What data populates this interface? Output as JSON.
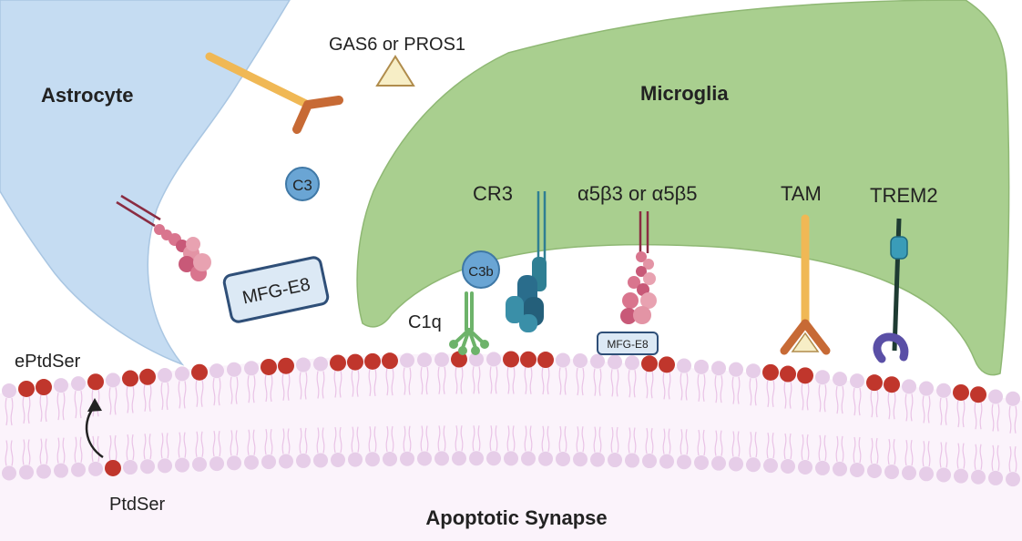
{
  "labels": {
    "astrocyte": "Astrocyte",
    "microglia": "Microglia",
    "gas6": "GAS6 or PROS1",
    "c3": "C3",
    "c3b": "C3b",
    "c1q": "C1q",
    "cr3": "CR3",
    "integrin": "α5β3 or α5β5",
    "tam": "TAM",
    "trem2": "TREM2",
    "mfge8_large": "MFG-E8",
    "mfge8_small": "MFG-E8",
    "eptdser": "ePtdSer",
    "ptdser": "PtdSer",
    "synapse": "Apoptotic Synapse"
  },
  "colors": {
    "astrocyte_fill": "#c5dcf2",
    "microglia_fill": "#a9cf8f",
    "microglia_stroke": "#8fb874",
    "lipid_head": "#e6cde8",
    "ptdser": "#c0362c",
    "synapse_bg": "#fbf3fb",
    "tail": "#e9c3e6",
    "receptor_tan": "#f0b855",
    "receptor_brown": "#c76a35",
    "c3_blue": "#6aa5d4",
    "cr3_teal": "#2f7f93",
    "c1q_green": "#6db36a",
    "integrin_pink": "#d9758e",
    "trem2_dark": "#1e3b32",
    "trem2_cyan": "#3a9cb8",
    "trem2_purple": "#5a4fa6"
  }
}
